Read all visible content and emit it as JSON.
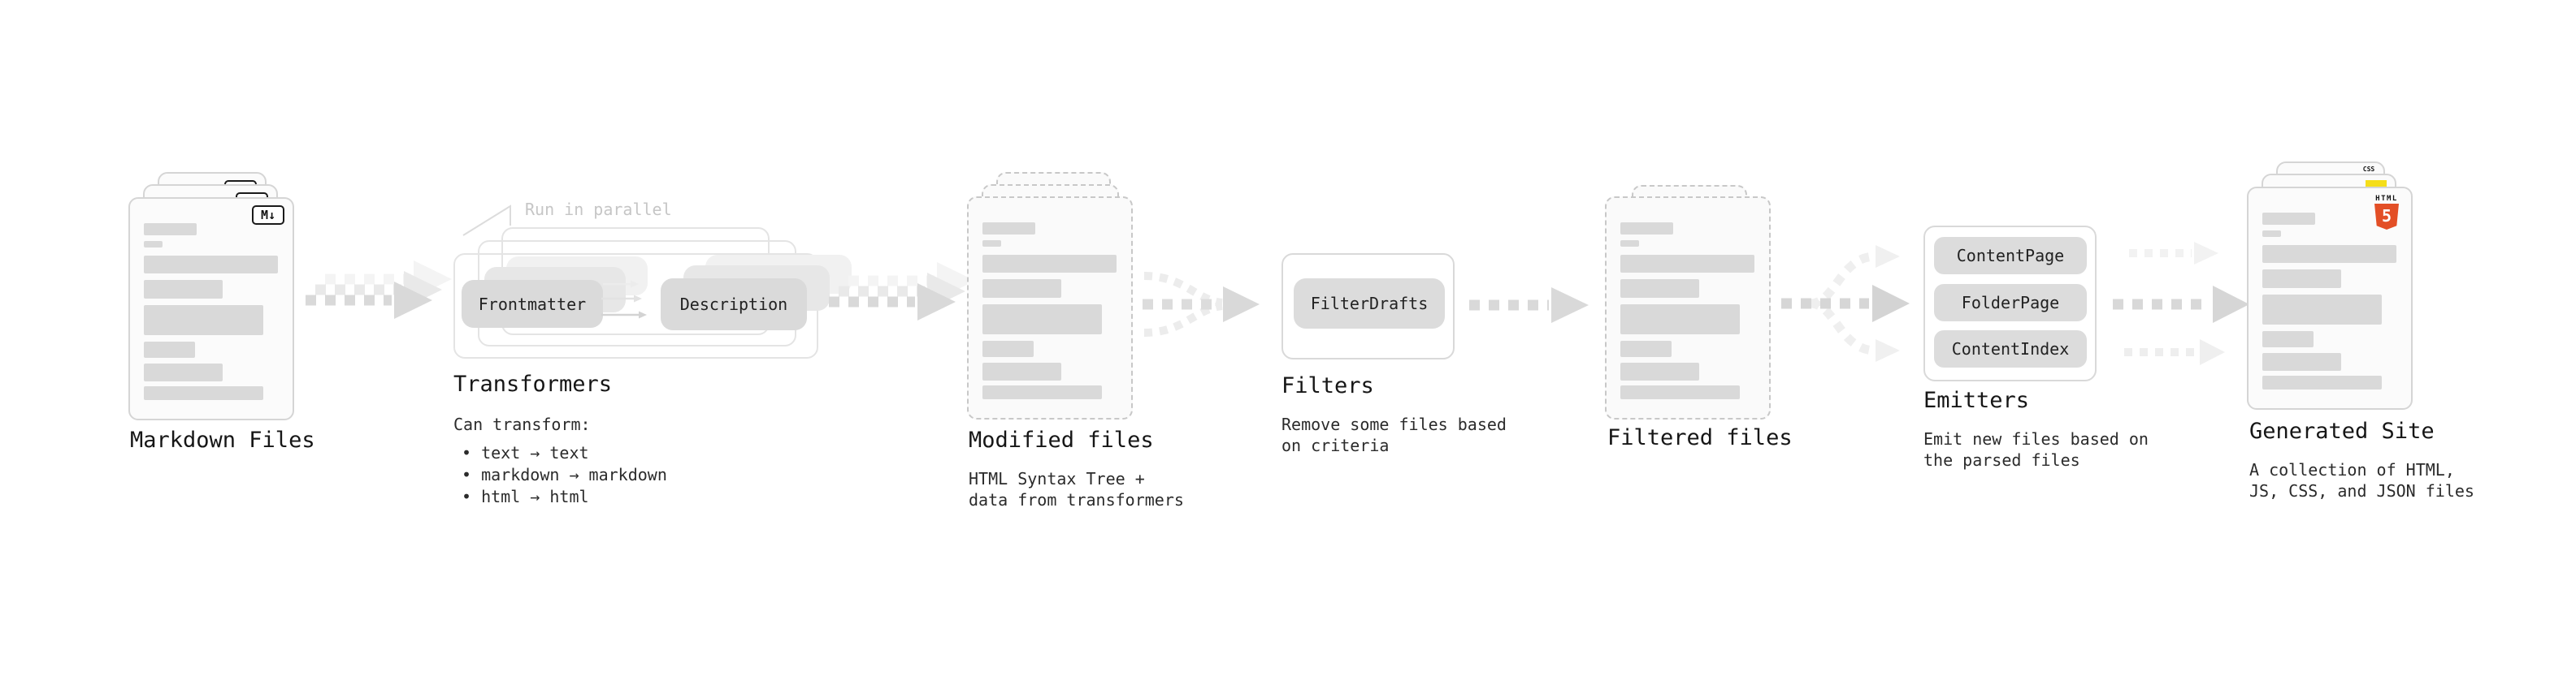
{
  "stages": {
    "markdown": {
      "title": "Markdown Files",
      "file_badge": "M↓"
    },
    "transformers": {
      "note": "Run in parallel",
      "pill_left": "Frontmatter",
      "pill_right": "Description",
      "title": "Transformers",
      "subtitle": "Can transform:",
      "bullets": [
        "• text → text",
        "• markdown → markdown",
        "• html → html"
      ]
    },
    "modified": {
      "title": "Modified files",
      "subtitle": "HTML Syntax Tree +\ndata from transformers"
    },
    "filters": {
      "pill": "FilterDrafts",
      "title": "Filters",
      "subtitle": "Remove some files based\non criteria"
    },
    "filtered": {
      "title": "Filtered files"
    },
    "emitters": {
      "pills": [
        "ContentPage",
        "FolderPage",
        "ContentIndex"
      ],
      "title": "Emitters",
      "subtitle": "Emit new files based on\nthe parsed files"
    },
    "generated": {
      "title": "Generated Site",
      "subtitle": "A collection of HTML,\nJS, CSS, and JSON files",
      "badge_css": "CSS",
      "badge_html_label": "HTML",
      "badge_html_number": "5"
    }
  },
  "colors": {
    "html5_orange": "#e34f26",
    "js_yellow": "#f5de19",
    "css_blue": "#2b5fe3"
  }
}
